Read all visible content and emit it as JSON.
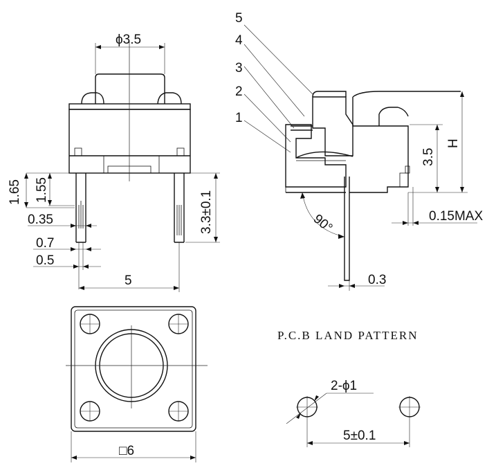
{
  "front_view": {
    "dim_diameter": "ϕ3.5",
    "dim_165": "1.65",
    "dim_155": "1.55",
    "dim_pin_len": "3.3±0.1",
    "dim_035": "0.35",
    "dim_07": "0.7",
    "dim_05": "0.5",
    "dim_pitch": "5"
  },
  "section_view": {
    "callouts": [
      "5",
      "4",
      "3",
      "2",
      "1"
    ],
    "dim_h": "H",
    "dim_height": "3.5",
    "dim_max": "0.15MAX",
    "dim_angle": "90°",
    "dim_pin_thick": "0.3"
  },
  "top_view": {
    "dim_square": "□6"
  },
  "land_pattern": {
    "title": "P.C.B LAND PATTERN",
    "dim_holes": "2-ϕ1",
    "dim_spacing": "5±0.1"
  }
}
